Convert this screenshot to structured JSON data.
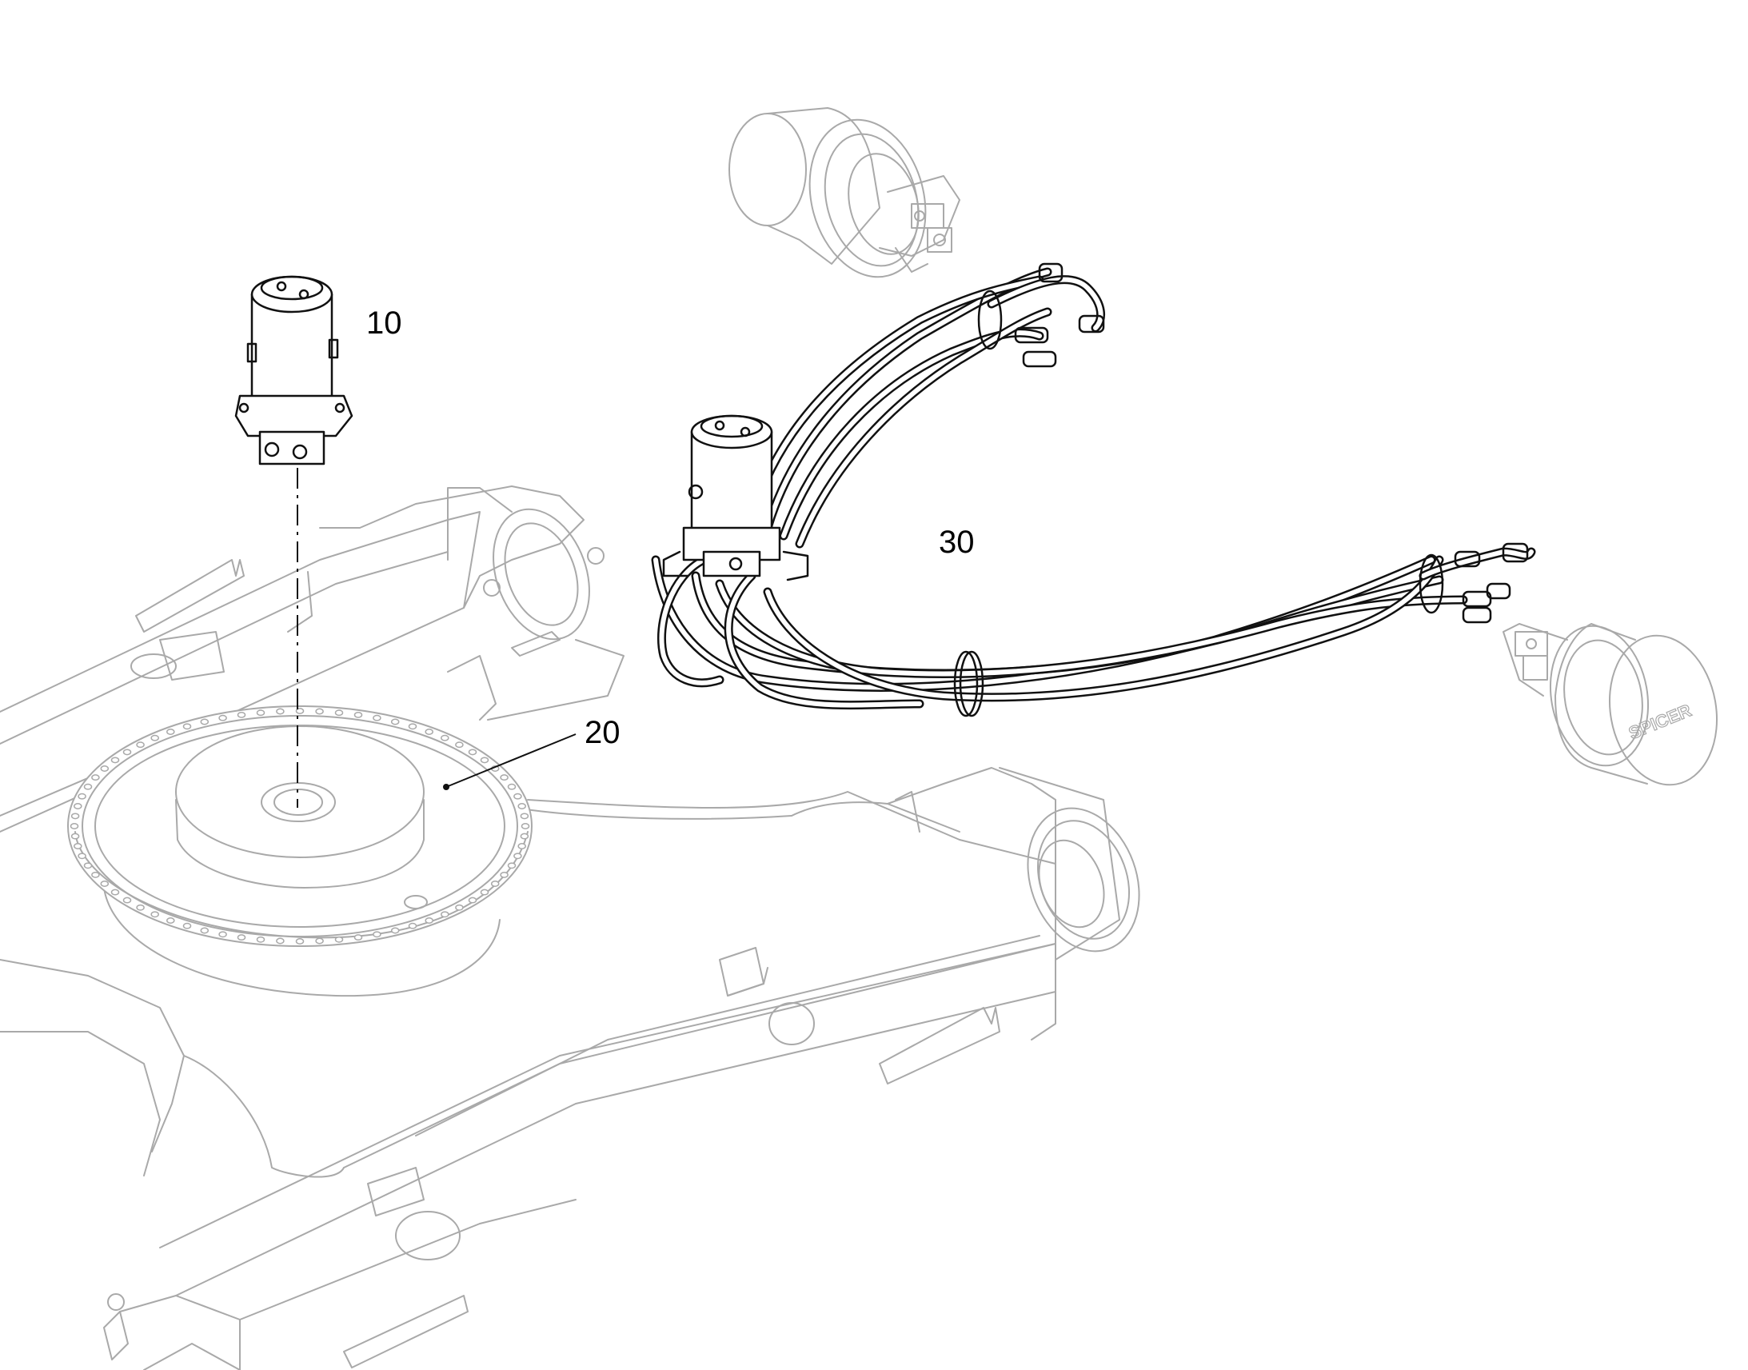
{
  "callouts": [
    {
      "id": "10",
      "text": "10"
    },
    {
      "id": "20",
      "text": "20"
    },
    {
      "id": "30",
      "text": "30"
    }
  ],
  "logo_text": "SPICER",
  "colors": {
    "background": "#ffffff",
    "line_dark": "#111111",
    "line_light": "#a9a9a9"
  }
}
